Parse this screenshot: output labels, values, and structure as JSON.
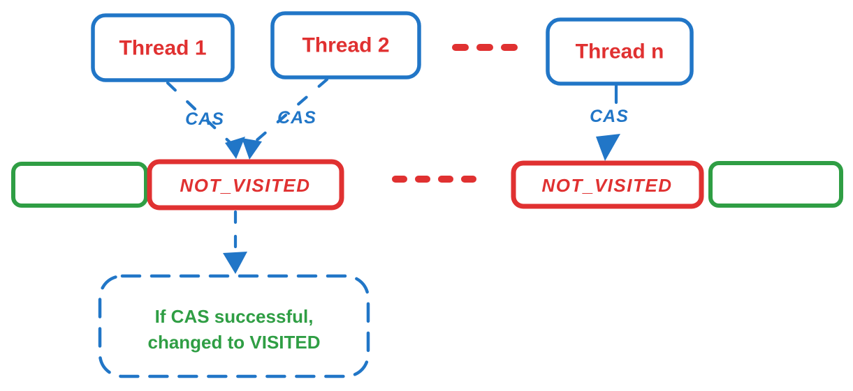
{
  "diagram": {
    "threads": [
      {
        "label": "Thread 1"
      },
      {
        "label": "Thread 2"
      },
      {
        "label": "Thread n"
      }
    ],
    "cas_labels": [
      {
        "label": "CAS"
      },
      {
        "label": "CAS"
      },
      {
        "label": "CAS"
      }
    ],
    "cells": [
      {
        "label": ""
      },
      {
        "label": "NOT_VISITED"
      },
      {
        "label": "NOT_VISITED"
      },
      {
        "label": ""
      }
    ],
    "note": {
      "line1": "If CAS successful,",
      "line2": "changed to VISITED"
    },
    "colors": {
      "blue": "#2176c7",
      "red": "#e03131",
      "green": "#2f9e44"
    }
  }
}
